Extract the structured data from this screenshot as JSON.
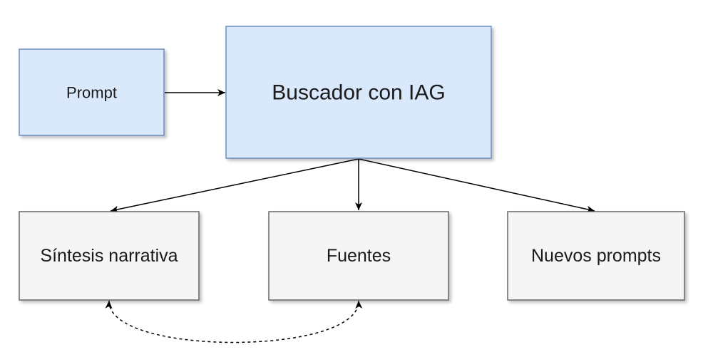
{
  "colors": {
    "primary_fill": "#dae8fc",
    "primary_stroke": "#6c8ebf",
    "secondary_fill": "#f5f5f5",
    "secondary_stroke": "#666666",
    "edge": "#000000",
    "text_dark": "#1a1a1a",
    "text_gray": "#333333"
  },
  "nodes": {
    "prompt": {
      "label": "Prompt"
    },
    "buscador": {
      "label": "Buscador con IAG"
    },
    "sintesis": {
      "label": "Síntesis narrativa"
    },
    "fuentes": {
      "label": "Fuentes"
    },
    "nuevos": {
      "label": "Nuevos prompts"
    }
  },
  "edges": [
    {
      "from": "prompt",
      "to": "buscador",
      "style": "solid",
      "direction": "forward"
    },
    {
      "from": "buscador",
      "to": "sintesis",
      "style": "solid",
      "direction": "forward"
    },
    {
      "from": "buscador",
      "to": "fuentes",
      "style": "solid",
      "direction": "forward"
    },
    {
      "from": "buscador",
      "to": "nuevos",
      "style": "solid",
      "direction": "forward"
    },
    {
      "from": "sintesis",
      "to": "fuentes",
      "style": "dashed",
      "direction": "both"
    }
  ]
}
